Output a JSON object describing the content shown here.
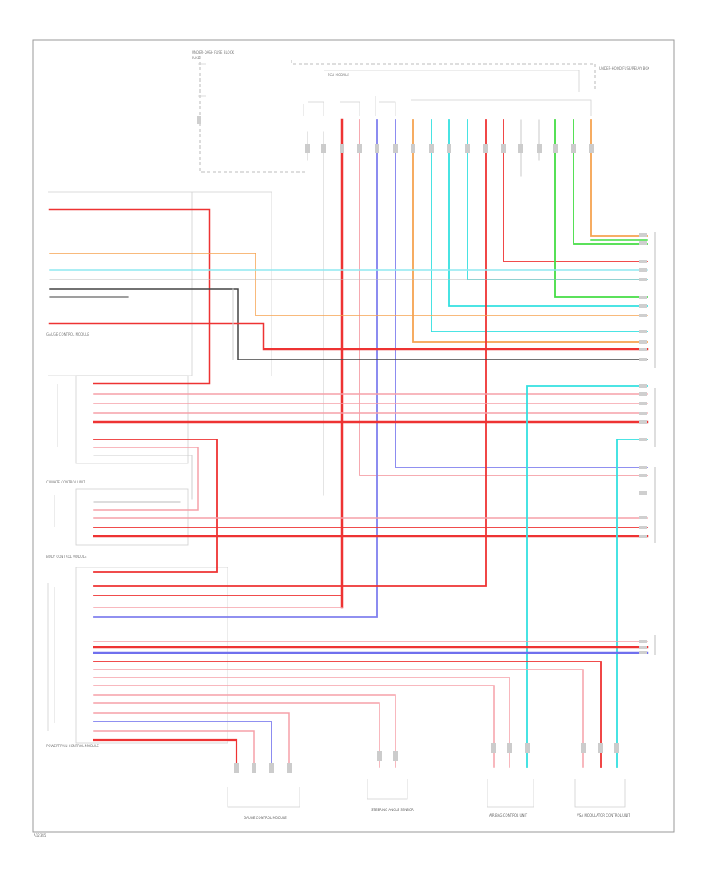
{
  "labels": {
    "top_fuse_block": "UNDER-DASH FUSE BLOCK",
    "top_fuse_sub": "FUSE",
    "top_relay_box": "UNDER-HOOD FUSE/RELAY BOX",
    "junction_top": "ECU MODULE",
    "left_block_1": "GAUGE CONTROL MODULE",
    "left_block_2": "CLIMATE CONTROL UNIT",
    "left_block_3": "BODY CONTROL MODULE",
    "left_block_4": "POWERTRAIN CONTROL MODULE",
    "bottom_1": "GAUGE CONTROL MODULE",
    "bottom_2": "STEERING ANGLE SENSOR",
    "bottom_3": "AIR BAG CONTROL UNIT",
    "bottom_4": "VSA MODULATOR CONTROL UNIT",
    "footer_code": "A12345"
  },
  "colors": {
    "red": "#ee3333",
    "pink": "#f5a0a8",
    "orange": "#f5a350",
    "cyan": "#33e0e0",
    "light_blue": "#8fe0f0",
    "blue": "#7070ee",
    "green": "#44dd44",
    "dark": "#444444",
    "gray": "#bbbbbb"
  }
}
